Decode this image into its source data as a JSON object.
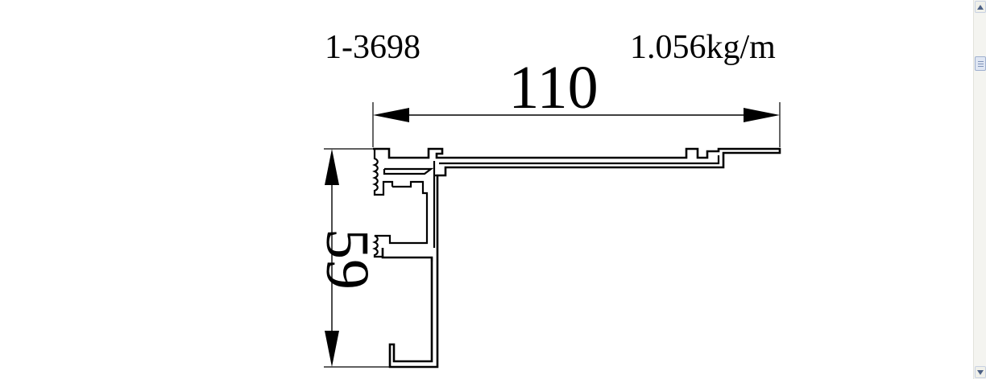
{
  "drawing": {
    "part_number": "1-3698",
    "weight": "1.056kg/m",
    "width_dimension": "110",
    "height_dimension": "59"
  },
  "icons": {
    "scroll_up": "triangle-up-icon",
    "scroll_down": "triangle-down-icon"
  },
  "colors": {
    "ink": "#000000",
    "background": "#ffffff",
    "scrollbar_track": "#f4f4f0"
  }
}
